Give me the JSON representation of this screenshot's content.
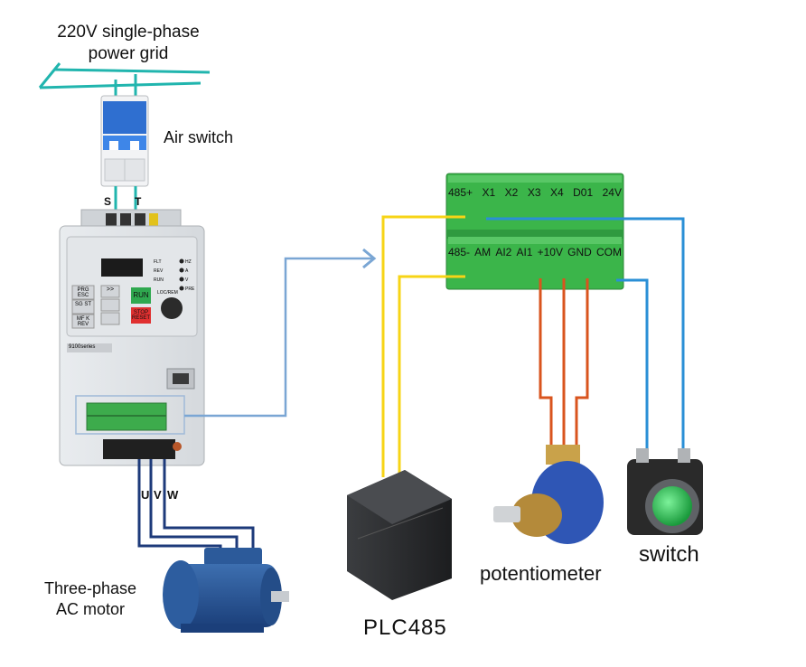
{
  "labels": {
    "grid_line1": "220V single-phase",
    "grid_line2": "power grid",
    "air_switch": "Air switch",
    "phase_s": "S",
    "phase_t": "T",
    "out_u": "U",
    "out_v": "V",
    "out_w": "W",
    "motor_line1": "Three-phase",
    "motor_line2": "AC motor",
    "plc": "PLC485",
    "potentiometer": "potentiometer",
    "switch": "switch"
  },
  "terminal_block": {
    "top_row": [
      "485+",
      "X1",
      "X2",
      "X3",
      "X4",
      "D01",
      "24V"
    ],
    "bottom_row": [
      "485-",
      "AM",
      "AI2",
      "AI1",
      "+10V",
      "GND",
      "COM"
    ]
  },
  "inverter": {
    "keys": [
      "PRG ESC",
      ">>",
      "RUN",
      "SG ST",
      "MF K REV",
      "STOP RESET"
    ],
    "indicators": [
      "FLT",
      "REV",
      "RUN",
      "HZ",
      "A",
      "V",
      "PRE"
    ],
    "knob_label": "LOC/REM",
    "model": "9100series"
  },
  "colors": {
    "grid_line": "#21b5ae",
    "cable_yellow": "#f7d416",
    "cable_blue": "#2a8fd6",
    "cable_orange": "#d9541e",
    "cable_navy": "#1d3a7a",
    "connector_arrow": "#7aa6d4",
    "terminal_green": "#38b64a",
    "run_key": "#2fa84f",
    "stop_key": "#e03030"
  }
}
